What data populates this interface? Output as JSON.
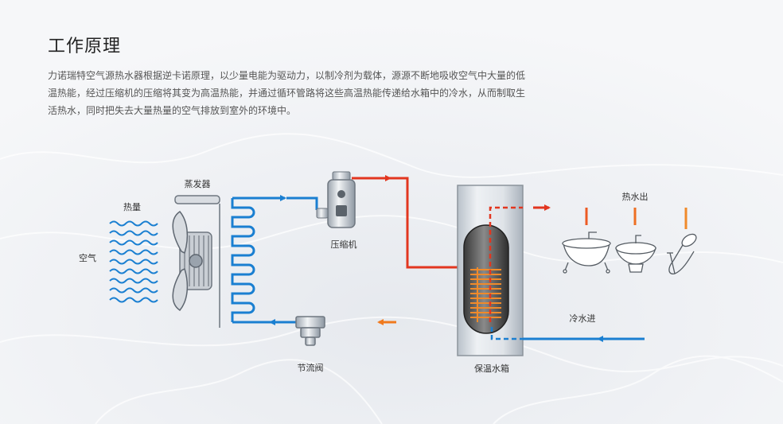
{
  "section": {
    "title": "工作原理",
    "description": "力诺瑞特空气源热水器根据逆卡诺原理，以少量电能为驱动力，以制冷剂为载体，源源不断地吸收空气中大量的低温热能，经过压缩机的压缩将其变为高温热能，并通过循环管路将这些高温热能传递给水箱中的冷水，从而制取生活热水，同时把失去大量热量的空气排放到室外的环境中。"
  },
  "diagram": {
    "labels": {
      "heat": "热量",
      "air": "空气",
      "evaporator": "蒸发器",
      "compressor": "压缩机",
      "throttle_valve": "节流阀",
      "tank": "保温水箱",
      "hot_water_out": "热水出",
      "cold_water_in": "冷水进"
    },
    "colors": {
      "cold": "#1a7fd1",
      "hot": "#e2361f",
      "warm": "#f07a1d",
      "coil": "#f08a2a"
    },
    "icons": [
      "wave-icon",
      "fan-icon",
      "evaporator-coil-icon",
      "compressor-icon",
      "throttle-valve-icon",
      "water-tank-icon",
      "bathtub-icon",
      "washbasin-icon",
      "shower-icon"
    ]
  }
}
